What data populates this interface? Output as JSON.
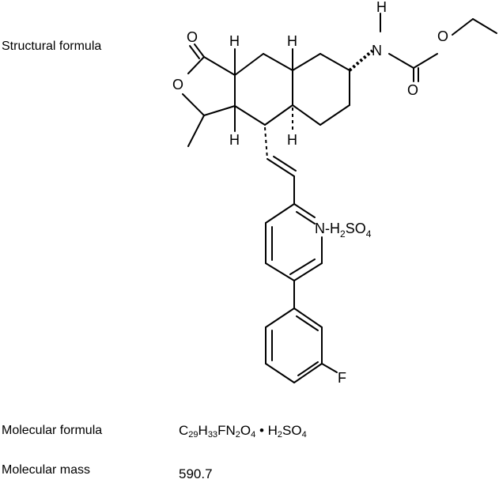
{
  "labels": {
    "structural_formula": "Structural formula",
    "molecular_formula": "Molecular formula",
    "molecular_mass": "Molecular mass"
  },
  "molecular_formula_parts": [
    {
      "t": "C"
    },
    {
      "t": "29",
      "sub": true
    },
    {
      "t": "H"
    },
    {
      "t": "33",
      "sub": true
    },
    {
      "t": "FN"
    },
    {
      "t": "2",
      "sub": true
    },
    {
      "t": "O"
    },
    {
      "t": "4",
      "sub": true
    },
    {
      "t": " • H"
    },
    {
      "t": "2",
      "sub": true
    },
    {
      "t": "SO"
    },
    {
      "t": "4",
      "sub": true
    }
  ],
  "molecular_mass_value": "590.7",
  "structure_atoms": {
    "h_top": "H",
    "n_carbamate": "N",
    "o_top": "O",
    "o_carbonyl": "O",
    "o_lactone_carbonyl": "O",
    "o_ring": "O",
    "h_ring_a_top": "H",
    "h_ring_b_top": "H",
    "h_ring_a_bottom": "H",
    "h_ring_b_bottom": "H",
    "n_pyridine": "N",
    "salt_prefix": "-H",
    "salt_sub2": "2",
    "salt_so": "SO",
    "salt_sub4": "4",
    "f_atom": "F"
  }
}
